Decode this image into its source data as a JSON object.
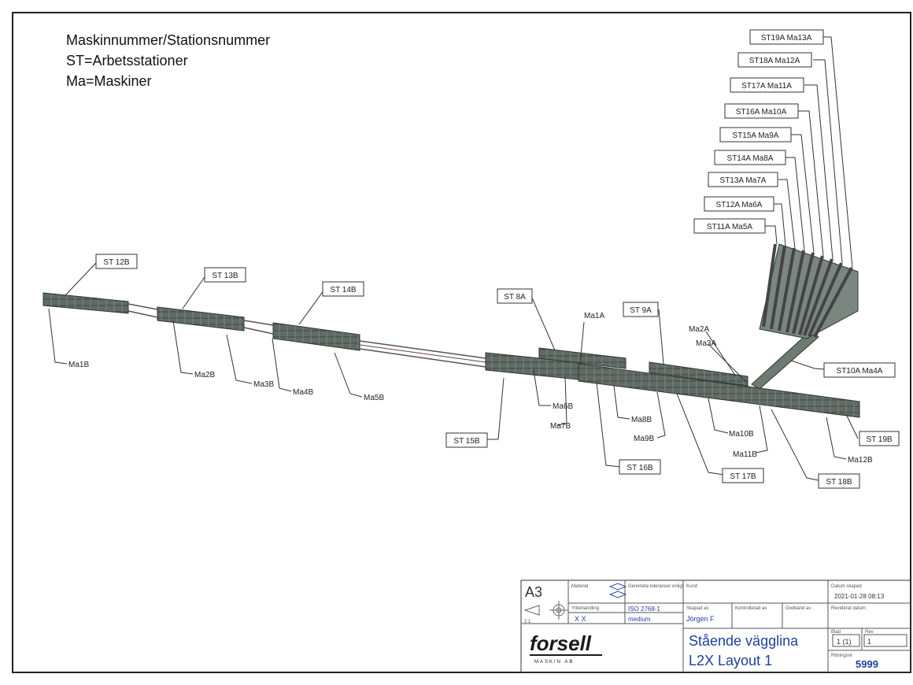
{
  "legend": {
    "line1": "Maskinnummer/Stationsnummer",
    "line2": "ST=Arbetsstationer",
    "line3": "Ma=Maskiner"
  },
  "boxed_labels": {
    "st12b": "ST 12B",
    "st13b": "ST 13B",
    "st14b": "ST 14B",
    "st8a": "ST 8A",
    "st9a": "ST 9A",
    "st15b": "ST 15B",
    "st16b": "ST 16B",
    "st17b": "ST 17B",
    "st18b": "ST 18B",
    "st19b": "ST 19B",
    "st10a_ma4a": "ST10A Ma4A",
    "st11a_ma5a": "ST11A Ma5A",
    "st12a_ma6a": "ST12A Ma6A",
    "st13a_ma7a": "ST13A Ma7A",
    "st14a_ma8a": "ST14A Ma8A",
    "st15a_ma9a": "ST15A Ma9A",
    "st16a_ma10a": "ST16A Ma10A",
    "st17a_ma11a": "ST17A Ma11A",
    "st18a_ma12a": "ST18A Ma12A",
    "st19a_ma13a": "ST19A Ma13A"
  },
  "machine_labels": {
    "ma1b": "Ma1B",
    "ma2b": "Ma2B",
    "ma3b": "Ma3B",
    "ma4b": "Ma4B",
    "ma5b": "Ma5B",
    "ma1a": "Ma1A",
    "ma2a": "Ma2A",
    "ma3a": "Ma3A",
    "ma6b": "Ma6B",
    "ma7b": "Ma7B",
    "ma8b": "Ma8B",
    "ma9b": "Ma9B",
    "ma10b": "Ma10B",
    "ma11b": "Ma11B",
    "ma12b": "Ma12B"
  },
  "title_block": {
    "sheet_size": "A3",
    "scale": "2:1",
    "material_label": "Material",
    "tolerance_label": "Generella toleranser enligt",
    "standard": "ISO 2768-1",
    "standard_class": "medium",
    "surface_label": "Ytbehandling",
    "surface_value": "X X",
    "created_label": "Skapad av",
    "created_by": "Jörgen F",
    "checked_label": "Kontrollerad av",
    "approved_label": "Godkänd av",
    "customer_label": "Kund",
    "date_created_label": "Datum skapad",
    "date_created": "2021-01-28 08:13",
    "date_revised_label": "Reviderat datum",
    "sheet_label": "Blad",
    "sheet_value": "1 (1)",
    "rev_label": "Rev",
    "rev_value": "1",
    "drawing_no_label": "Ritningsnr",
    "drawing_no": "5999",
    "title_line1": "Stående vägglina",
    "title_line2": "L2X Layout 1",
    "company_logo": "forsell",
    "company_sub": "MASKIN AB"
  }
}
